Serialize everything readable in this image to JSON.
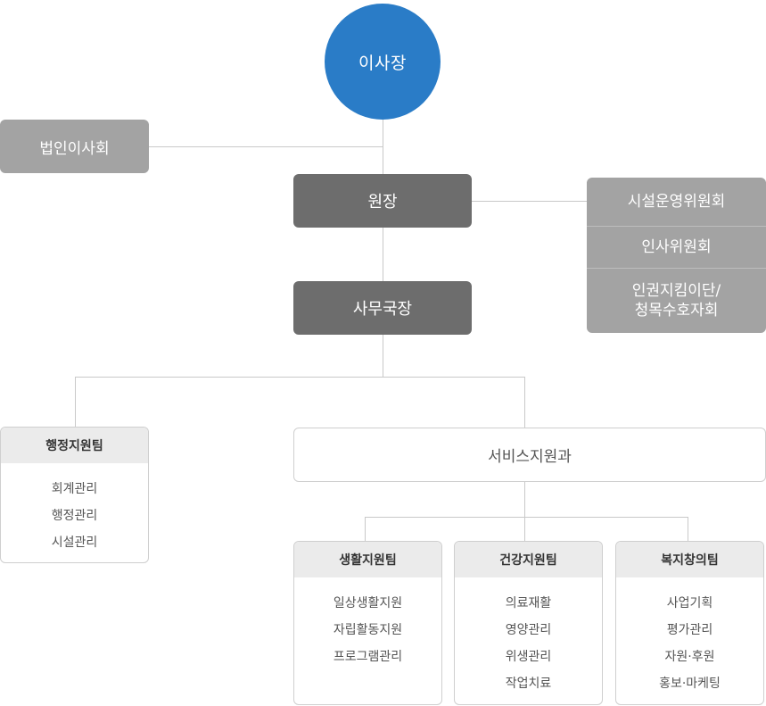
{
  "chairman": "이사장",
  "board": "법인이사회",
  "director": "원장",
  "secretary_general": "사무국장",
  "committees": {
    "facility_operation": "시설운영위원회",
    "personnel": "인사위원회",
    "human_rights_line1": "인권지킴이단/",
    "human_rights_line2": "청목수호자회"
  },
  "admin_team": {
    "title": "행정지원팀",
    "items": [
      "회계관리",
      "행정관리",
      "시설관리"
    ]
  },
  "service_dept": "서비스지원과",
  "teams": [
    {
      "title": "생활지원팀",
      "items": [
        "일상생활지원",
        "자립활동지원",
        "프로그램관리"
      ]
    },
    {
      "title": "건강지원팀",
      "items": [
        "의료재활",
        "영양관리",
        "위생관리",
        "작업치료"
      ]
    },
    {
      "title": "복지창의팀",
      "items": [
        "사업기획",
        "평가관리",
        "자원·후원",
        "홍보·마케팅"
      ]
    }
  ],
  "colors": {
    "chairman": "#2a7cc7",
    "board": "#a3a3a3",
    "director": "#6d6d6d",
    "committee": "#a3a3a3",
    "connector": "#c9c9c9",
    "team_header": "#ebebeb"
  }
}
